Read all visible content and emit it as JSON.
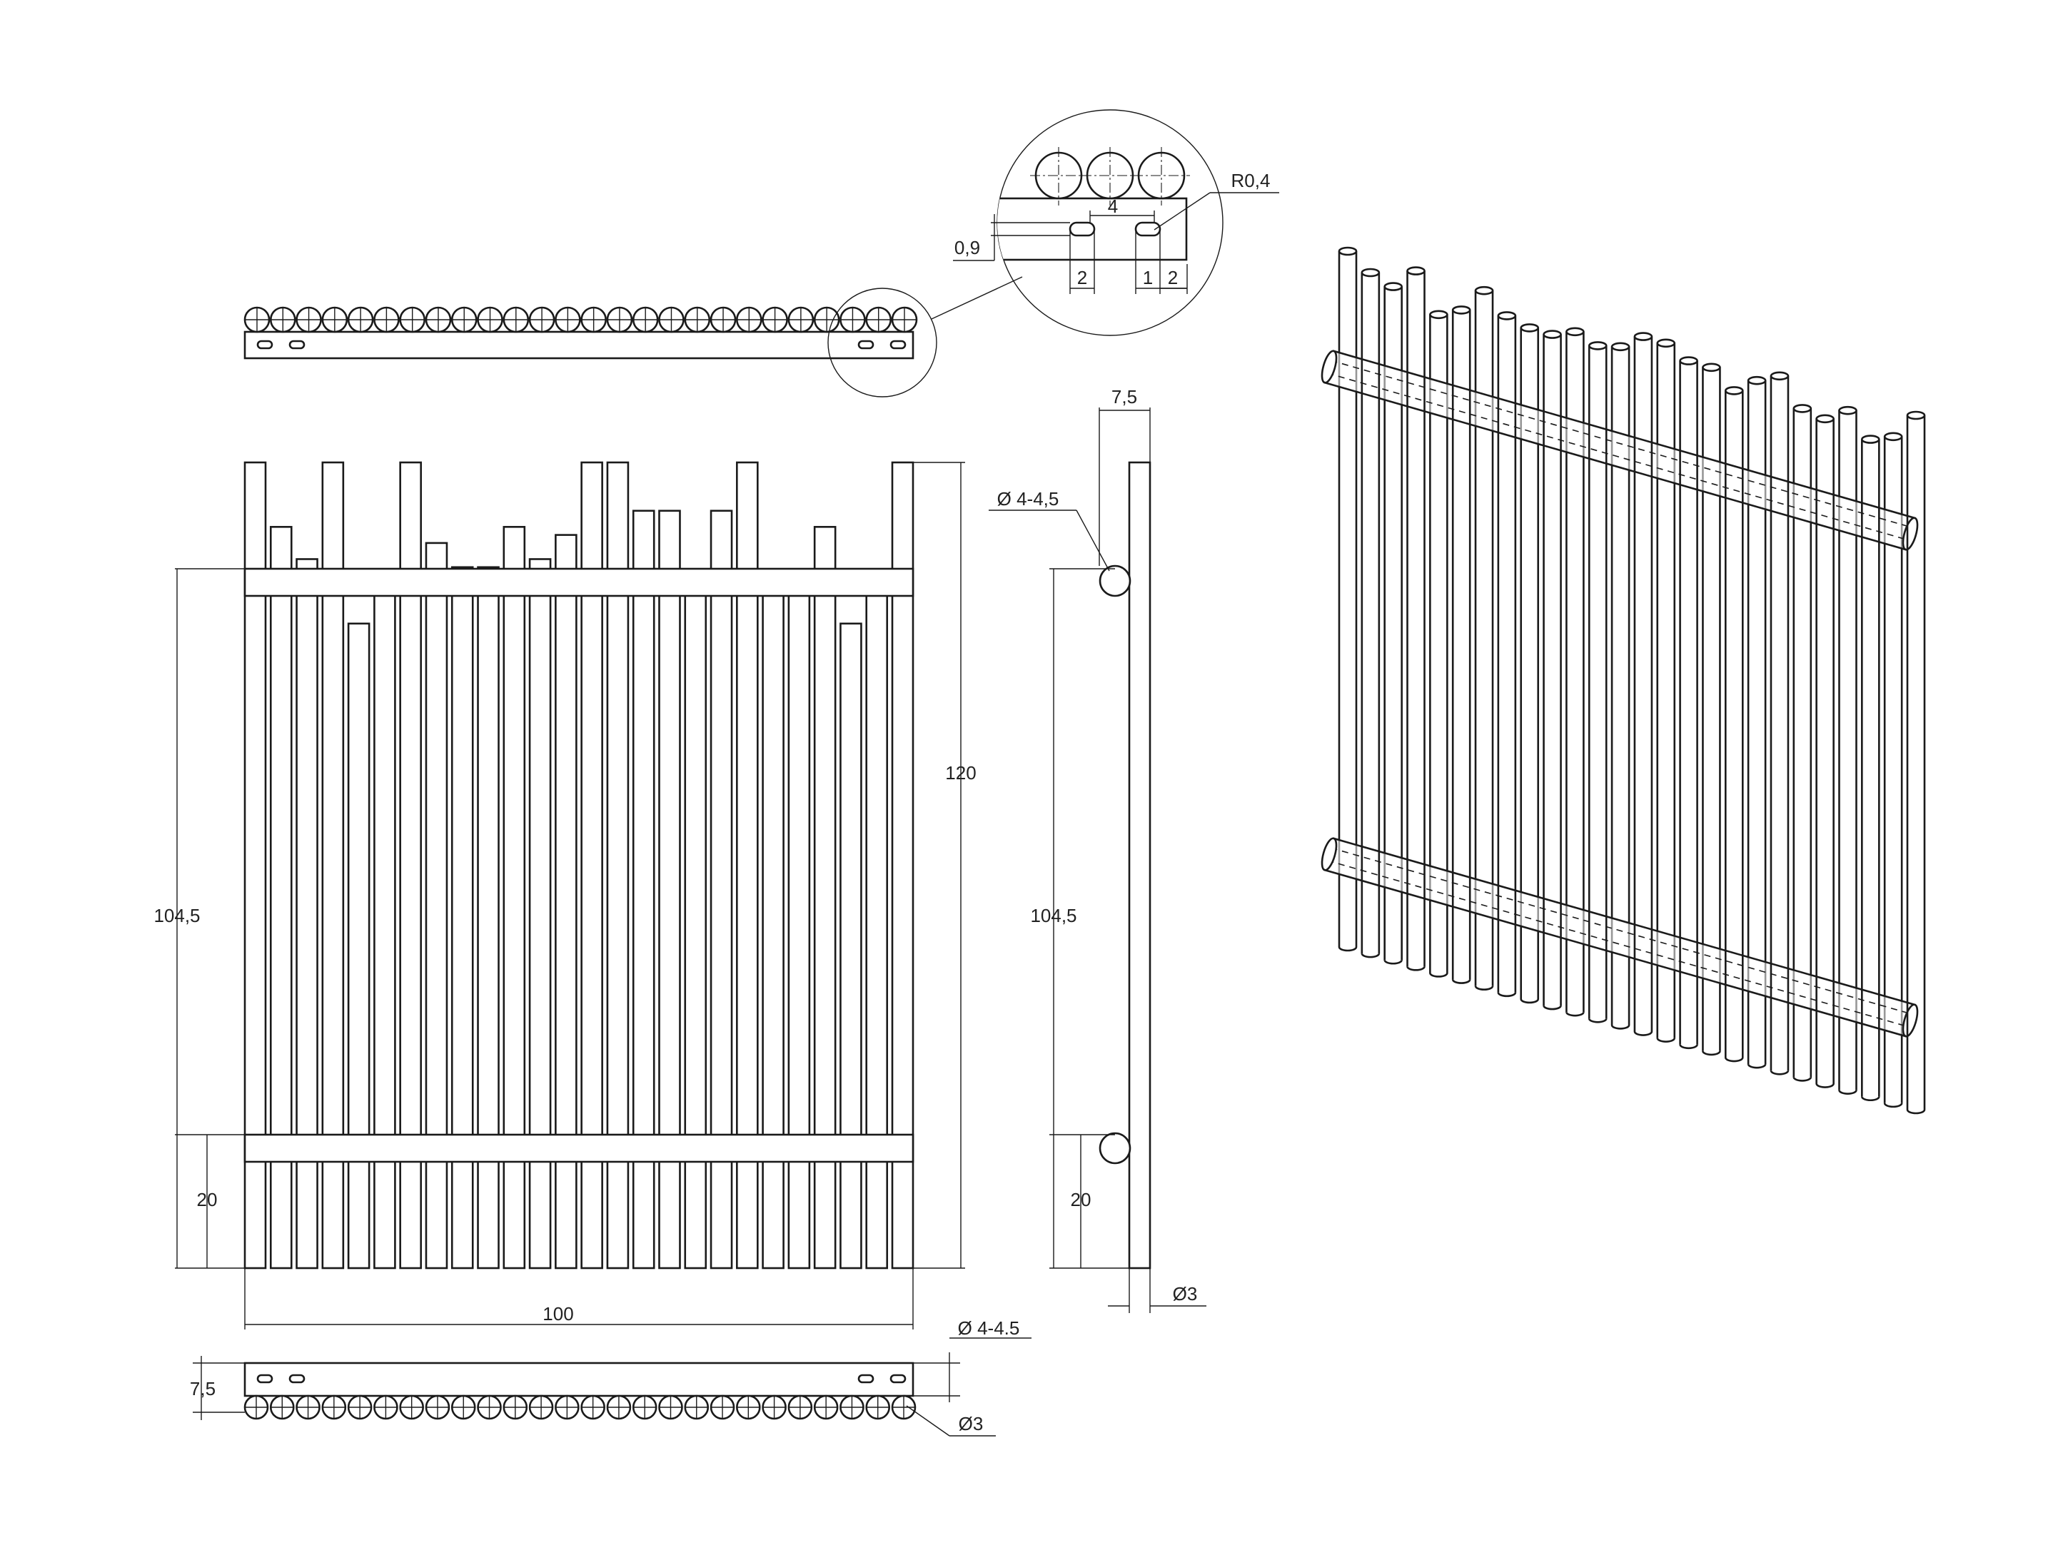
{
  "drawing": {
    "front_view": {
      "picket_count": 26,
      "picket_top_levels": [
        1,
        0.92,
        0.88,
        1,
        0.8,
        0.86,
        1,
        0.9,
        0.87,
        0.87,
        0.92,
        0.88,
        0.91,
        1,
        1,
        0.94,
        0.94,
        0.85,
        0.94,
        1,
        0.86,
        0.84,
        0.92,
        0.8,
        0.85,
        1
      ],
      "labels": {
        "height_total": "120",
        "height_top_rail": "104,5",
        "height_bottom_rail": "20",
        "width": "100"
      }
    },
    "side_view": {
      "labels": {
        "depth": "7,5",
        "rail_diameter": "4-4,5",
        "picket_diameter": "3",
        "height_top_rail": "104,5",
        "height_bottom_rail": "20"
      }
    },
    "top_view": {
      "circle_count": 26,
      "labels": {
        "depth": "7,5",
        "rail_diameter": "4-4.5",
        "picket_diameter": "3"
      }
    },
    "detail_view": {
      "labels": {
        "radius": "R0,4",
        "offset": "0,9",
        "spacing": "4",
        "slot_length": "2",
        "gap": "1",
        "slot_length_2": "2"
      }
    },
    "diameter_symbol": "Ø",
    "iso_view": {
      "picket_count": 26
    }
  }
}
